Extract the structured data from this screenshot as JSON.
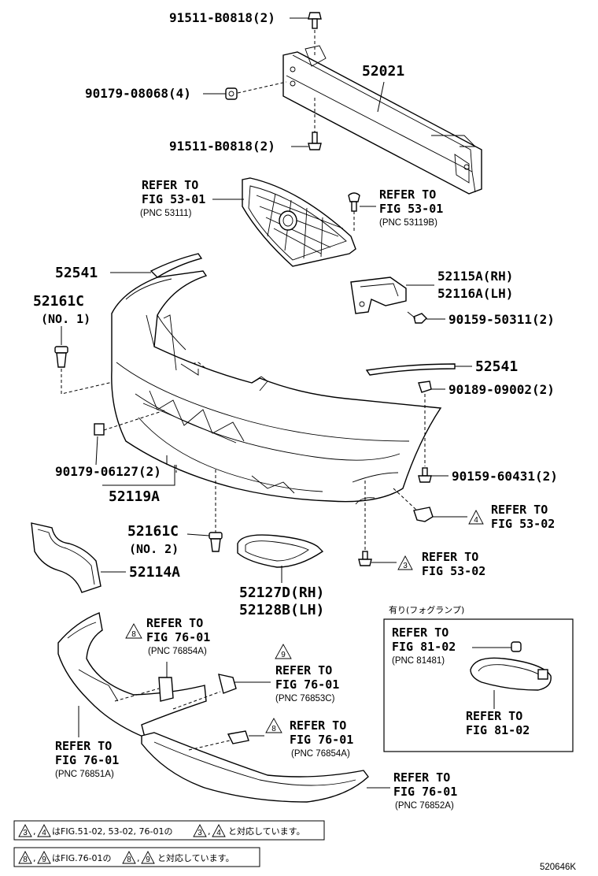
{
  "parts": {
    "bolt_top": "91511-B0818(2)",
    "reinforcement": "52021",
    "nut_retainer": "90179-08068(4)",
    "bolt_lower": "91511-B0818(2)",
    "grille_ref_l1": "REFER TO",
    "grille_ref_l2": "FIG 53-01",
    "grille_ref_pnc": "(PNC 53111)",
    "emblem_ref_l1": "REFER TO",
    "emblem_ref_l2": "FIG 53-01",
    "emblem_ref_pnc": "(PNC 53119B)",
    "moulding_upper_left": "52541",
    "clip_no1": "52161C",
    "clip_no1_sub": "(NO. 1)",
    "support_rh": "52115A(RH)",
    "support_lh": "52116A(LH)",
    "screw_support": "90159-50311(2)",
    "moulding_right": "52541",
    "nut_right": "90189-09002(2)",
    "retainer_left": "90179-06127(2)",
    "lower_grille": "52119A",
    "screw_right": "90159-60431(2)",
    "refer_fig_5302_a_l1": "REFER TO",
    "refer_fig_5302_a_l2": "FIG 53-02",
    "refer_fig_5302_a_tri": "4",
    "clip_no2": "52161C",
    "clip_no2_sub": "(NO. 2)",
    "refer_fig_5302_b_l1": "REFER TO",
    "refer_fig_5302_b_l2": "FIG 53-02",
    "refer_fig_5302_b_tri": "3",
    "plate_bracket": "52114A",
    "cover_rh": "52127D(RH)",
    "cover_lh": "52128B(LH)",
    "fog_caption": "有り(フォグランプ)",
    "fog_ref1_l1": "REFER TO",
    "fog_ref1_l2": "FIG 81-02",
    "fog_ref1_pnc": "(PNC 81481)",
    "fog_ref2_l1": "REFER TO",
    "fog_ref2_l2": "FIG 81-02",
    "spoiler_ref1_l1": "REFER TO",
    "spoiler_ref1_l2": "FIG 76-01",
    "spoiler_ref1_pnc": "(PNC 76854A)",
    "spoiler_ref1_tri": "8",
    "spoiler_ref2_l1": "REFER TO",
    "spoiler_ref2_l2": "FIG 76-01",
    "spoiler_ref2_pnc": "(PNC 76853C)",
    "spoiler_ref2_tri": "9",
    "spoiler_ref3_l1": "REFER TO",
    "spoiler_ref3_l2": "FIG 76-01",
    "spoiler_ref3_pnc": "(PNC 76854A)",
    "spoiler_ref3_tri": "8",
    "spoiler_main_l1": "REFER TO",
    "spoiler_main_l2": "FIG 76-01",
    "spoiler_main_pnc": "(PNC 76851A)",
    "spoiler_right_l1": "REFER TO",
    "spoiler_right_l2": "FIG 76-01",
    "spoiler_right_pnc": "(PNC 76852A)"
  },
  "notes": {
    "note1_tri_a": "3",
    "note1_tri_b": "4",
    "note1_text": "はFIG.51-02, 53-02, 76-01の",
    "note1_tri_c": "3",
    "note1_tri_d": "4",
    "note1_tail": "と対応しています。",
    "note2_tri_a": "8",
    "note2_tri_b": "9",
    "note2_text": "はFIG.76-01の",
    "note2_tri_c": "8",
    "note2_tri_d": "9",
    "note2_tail": "と対応しています。"
  },
  "illustration_id": "520646K"
}
